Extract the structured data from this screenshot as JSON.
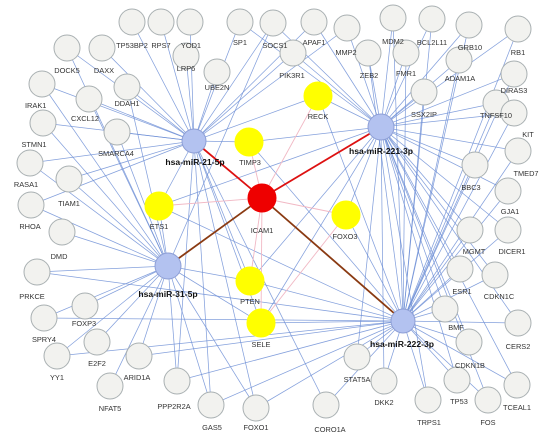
{
  "colors": {
    "target_fill": "#f2f2ef",
    "target_stroke": "#a9b0b2",
    "mirna_fill": "#b3c2f0",
    "mirna_stroke": "#8e9fd6",
    "highlight_fill": "#ffff00",
    "central_fill": "#ee0000",
    "edge_blue": "#6f8fd6",
    "edge_red": "#dd1111",
    "edge_brown": "#8a3a12",
    "edge_pink": "#f1b8c4"
  },
  "mirnas": [
    {
      "id": "m21",
      "label": "hsa-miR-21-5p"
    },
    {
      "id": "m221",
      "label": "hsa-miR-221-3p"
    },
    {
      "id": "m31",
      "label": "hsa-miR-31-5p"
    },
    {
      "id": "m222",
      "label": "hsa-miR-222-3p"
    }
  ],
  "central": {
    "id": "icam1",
    "label": "ICAM1"
  },
  "highlighted": [
    {
      "id": "reck",
      "label": "RECK"
    },
    {
      "id": "timp3",
      "label": "TIMP3"
    },
    {
      "id": "ets1",
      "label": "ETS1"
    },
    {
      "id": "foxo3",
      "label": "FOXO3"
    },
    {
      "id": "pten",
      "label": "PTEN"
    },
    {
      "id": "sele",
      "label": "SELE"
    }
  ],
  "targets": [
    {
      "id": "tp53bp2",
      "label": "TP53BP2"
    },
    {
      "id": "rps7",
      "label": "RPS7"
    },
    {
      "id": "yod1",
      "label": "YOD1"
    },
    {
      "id": "sp1",
      "label": "SP1"
    },
    {
      "id": "socs1",
      "label": "SOCS1"
    },
    {
      "id": "apaf1",
      "label": "APAF1"
    },
    {
      "id": "mmp2",
      "label": "MMP2"
    },
    {
      "id": "mdm2",
      "label": "MDM2"
    },
    {
      "id": "bcl2l11",
      "label": "BCL2L11"
    },
    {
      "id": "grb10",
      "label": "GRB10"
    },
    {
      "id": "rb1",
      "label": "RB1"
    },
    {
      "id": "dock5",
      "label": "DOCK5"
    },
    {
      "id": "daxx",
      "label": "DAXX"
    },
    {
      "id": "lrp6",
      "label": "LRP6"
    },
    {
      "id": "pik3r1",
      "label": "PIK3R1"
    },
    {
      "id": "zeb2",
      "label": "ZEB2"
    },
    {
      "id": "fmr1",
      "label": "FMR1"
    },
    {
      "id": "adam1a",
      "label": "ADAM1A"
    },
    {
      "id": "irak1",
      "label": "IRAK1"
    },
    {
      "id": "ube2n",
      "label": "UBE2N"
    },
    {
      "id": "diras3",
      "label": "DIRAS3"
    },
    {
      "id": "ddah1",
      "label": "DDAH1"
    },
    {
      "id": "ssx2ip",
      "label": "SSX2IP"
    },
    {
      "id": "cxcl12",
      "label": "CXCL12"
    },
    {
      "id": "tnfsf10",
      "label": "TNFSF10"
    },
    {
      "id": "stmn1",
      "label": "STMN1"
    },
    {
      "id": "kit",
      "label": "KIT"
    },
    {
      "id": "smarca4",
      "label": "SMARCA4"
    },
    {
      "id": "tmed7",
      "label": "TMED7"
    },
    {
      "id": "rasa1",
      "label": "RASA1"
    },
    {
      "id": "bbc3",
      "label": "BBC3"
    },
    {
      "id": "tiam1",
      "label": "TIAM1"
    },
    {
      "id": "gja1",
      "label": "GJA1"
    },
    {
      "id": "rhoa",
      "label": "RHOA"
    },
    {
      "id": "dmd",
      "label": "DMD"
    },
    {
      "id": "mgmt",
      "label": "MGMT"
    },
    {
      "id": "dicer1",
      "label": "DICER1"
    },
    {
      "id": "prkce",
      "label": "PRKCE"
    },
    {
      "id": "esr1",
      "label": "ESR1"
    },
    {
      "id": "cdkn1c",
      "label": "CDKN1C"
    },
    {
      "id": "foxp3",
      "label": "FOXP3"
    },
    {
      "id": "spry4",
      "label": "SPRY4"
    },
    {
      "id": "bmf",
      "label": "BMF"
    },
    {
      "id": "cers2",
      "label": "CERS2"
    },
    {
      "id": "cdkn1b",
      "label": "CDKN1B"
    },
    {
      "id": "yy1",
      "label": "YY1"
    },
    {
      "id": "e2f2",
      "label": "E2F2"
    },
    {
      "id": "arid1a",
      "label": "ARID1A"
    },
    {
      "id": "stat5a",
      "label": "STAT5A"
    },
    {
      "id": "tp53",
      "label": "TP53"
    },
    {
      "id": "tceal1",
      "label": "TCEAL1"
    },
    {
      "id": "nfat5",
      "label": "NFAT5"
    },
    {
      "id": "ppp2r2a",
      "label": "PPP2R2A"
    },
    {
      "id": "dkk2",
      "label": "DKK2"
    },
    {
      "id": "gas5",
      "label": "GAS5"
    },
    {
      "id": "foxo1",
      "label": "FOXO1"
    },
    {
      "id": "coro1a",
      "label": "CORO1A"
    },
    {
      "id": "trps1",
      "label": "TRPS1"
    },
    {
      "id": "fos",
      "label": "FOS"
    }
  ],
  "edges": [
    {
      "from": "m21",
      "to": "icam1",
      "type": "red"
    },
    {
      "from": "m221",
      "to": "icam1",
      "type": "red"
    },
    {
      "from": "m31",
      "to": "icam1",
      "type": "brown"
    },
    {
      "from": "m222",
      "to": "icam1",
      "type": "brown"
    },
    {
      "from": "icam1",
      "to": "reck",
      "type": "pink"
    },
    {
      "from": "icam1",
      "to": "timp3",
      "type": "pink"
    },
    {
      "from": "icam1",
      "to": "ets1",
      "type": "pink"
    },
    {
      "from": "icam1",
      "to": "foxo3",
      "type": "pink"
    },
    {
      "from": "icam1",
      "to": "pten",
      "type": "pink"
    },
    {
      "from": "icam1",
      "to": "sele",
      "type": "pink"
    },
    {
      "from": "foxo3",
      "to": "sele",
      "type": "pink"
    },
    {
      "from": "m21",
      "to": "tp53bp2"
    },
    {
      "from": "m21",
      "to": "rps7"
    },
    {
      "from": "m21",
      "to": "yod1"
    },
    {
      "from": "m21",
      "to": "sp1"
    },
    {
      "from": "m21",
      "to": "socs1"
    },
    {
      "from": "m21",
      "to": "dock5"
    },
    {
      "from": "m21",
      "to": "daxx"
    },
    {
      "from": "m21",
      "to": "lrp6"
    },
    {
      "from": "m21",
      "to": "irak1"
    },
    {
      "from": "m21",
      "to": "ube2n"
    },
    {
      "from": "m21",
      "to": "ddah1"
    },
    {
      "from": "m21",
      "to": "cxcl12"
    },
    {
      "from": "m21",
      "to": "stmn1"
    },
    {
      "from": "m21",
      "to": "smarca4"
    },
    {
      "from": "m21",
      "to": "rasa1"
    },
    {
      "from": "m21",
      "to": "tiam1"
    },
    {
      "from": "m21",
      "to": "rhoa"
    },
    {
      "from": "m21",
      "to": "timp3"
    },
    {
      "from": "m21",
      "to": "reck"
    },
    {
      "from": "m21",
      "to": "pik3r1"
    },
    {
      "from": "m21",
      "to": "ets1"
    },
    {
      "from": "m21",
      "to": "pten"
    },
    {
      "from": "m21",
      "to": "sele"
    },
    {
      "from": "m21",
      "to": "foxo1"
    },
    {
      "from": "m21",
      "to": "gas5"
    },
    {
      "from": "m21",
      "to": "ppp2r2a"
    },
    {
      "from": "m21",
      "to": "apaf1"
    },
    {
      "from": "m21",
      "to": "coro1a"
    },
    {
      "from": "m21",
      "to": "mmp2"
    },
    {
      "from": "m221",
      "to": "apaf1"
    },
    {
      "from": "m221",
      "to": "mmp2"
    },
    {
      "from": "m221",
      "to": "mdm2"
    },
    {
      "from": "m221",
      "to": "bcl2l11"
    },
    {
      "from": "m221",
      "to": "grb10"
    },
    {
      "from": "m221",
      "to": "rb1"
    },
    {
      "from": "m221",
      "to": "zeb2"
    },
    {
      "from": "m221",
      "to": "fmr1"
    },
    {
      "from": "m221",
      "to": "adam1a"
    },
    {
      "from": "m221",
      "to": "diras3"
    },
    {
      "from": "m221",
      "to": "ssx2ip"
    },
    {
      "from": "m221",
      "to": "tnfsf10"
    },
    {
      "from": "m221",
      "to": "kit"
    },
    {
      "from": "m221",
      "to": "tmed7"
    },
    {
      "from": "m221",
      "to": "bbc3"
    },
    {
      "from": "m221",
      "to": "gja1"
    },
    {
      "from": "m221",
      "to": "reck"
    },
    {
      "from": "m221",
      "to": "pik3r1"
    },
    {
      "from": "m221",
      "to": "socs1"
    },
    {
      "from": "m221",
      "to": "sp1"
    },
    {
      "from": "m221",
      "to": "mgmt"
    },
    {
      "from": "m221",
      "to": "dicer1"
    },
    {
      "from": "m221",
      "to": "esr1"
    },
    {
      "from": "m221",
      "to": "cdkn1c"
    },
    {
      "from": "m221",
      "to": "bmf"
    },
    {
      "from": "m221",
      "to": "cdkn1b"
    },
    {
      "from": "m221",
      "to": "foxo3"
    },
    {
      "from": "m221",
      "to": "timp3"
    },
    {
      "from": "m221",
      "to": "pten"
    },
    {
      "from": "m221",
      "to": "ets1"
    },
    {
      "from": "m221",
      "to": "sele"
    },
    {
      "from": "m221",
      "to": "tp53"
    },
    {
      "from": "m221",
      "to": "fos"
    },
    {
      "from": "m221",
      "to": "trps1"
    },
    {
      "from": "m221",
      "to": "stat5a"
    },
    {
      "from": "m221",
      "to": "dkk2"
    },
    {
      "from": "m221",
      "to": "cers2"
    },
    {
      "from": "m221",
      "to": "tceal1"
    },
    {
      "from": "m31",
      "to": "irak1"
    },
    {
      "from": "m31",
      "to": "cxcl12"
    },
    {
      "from": "m31",
      "to": "stmn1"
    },
    {
      "from": "m31",
      "to": "rasa1"
    },
    {
      "from": "m31",
      "to": "tiam1"
    },
    {
      "from": "m31",
      "to": "rhoa"
    },
    {
      "from": "m31",
      "to": "dmd"
    },
    {
      "from": "m31",
      "to": "prkce"
    },
    {
      "from": "m31",
      "to": "foxp3"
    },
    {
      "from": "m31",
      "to": "spry4"
    },
    {
      "from": "m31",
      "to": "yy1"
    },
    {
      "from": "m31",
      "to": "e2f2"
    },
    {
      "from": "m31",
      "to": "nfat5"
    },
    {
      "from": "m31",
      "to": "arid1a"
    },
    {
      "from": "m31",
      "to": "ppp2r2a"
    },
    {
      "from": "m31",
      "to": "gas5"
    },
    {
      "from": "m31",
      "to": "ets1"
    },
    {
      "from": "m31",
      "to": "pten"
    },
    {
      "from": "m31",
      "to": "sele"
    },
    {
      "from": "m31",
      "to": "smarca4"
    },
    {
      "from": "m31",
      "to": "ddah1"
    },
    {
      "from": "m31",
      "to": "foxo1"
    },
    {
      "from": "m31",
      "to": "dock5"
    },
    {
      "from": "m31",
      "to": "socs1"
    },
    {
      "from": "m222",
      "to": "sele"
    },
    {
      "from": "m222",
      "to": "pten"
    },
    {
      "from": "m222",
      "to": "foxo3"
    },
    {
      "from": "m222",
      "to": "ets1"
    },
    {
      "from": "m222",
      "to": "timp3"
    },
    {
      "from": "m222",
      "to": "reck"
    },
    {
      "from": "m222",
      "to": "esr1"
    },
    {
      "from": "m222",
      "to": "cdkn1c"
    },
    {
      "from": "m222",
      "to": "bmf"
    },
    {
      "from": "m222",
      "to": "cers2"
    },
    {
      "from": "m222",
      "to": "cdkn1b"
    },
    {
      "from": "m222",
      "to": "tceal1"
    },
    {
      "from": "m222",
      "to": "tp53"
    },
    {
      "from": "m222",
      "to": "fos"
    },
    {
      "from": "m222",
      "to": "trps1"
    },
    {
      "from": "m222",
      "to": "dkk2"
    },
    {
      "from": "m222",
      "to": "stat5a"
    },
    {
      "from": "m222",
      "to": "coro1a"
    },
    {
      "from": "m222",
      "to": "foxo1"
    },
    {
      "from": "m222",
      "to": "gas5"
    },
    {
      "from": "m222",
      "to": "ppp2r2a"
    },
    {
      "from": "m222",
      "to": "arid1a"
    },
    {
      "from": "m222",
      "to": "mgmt"
    },
    {
      "from": "m222",
      "to": "dicer1"
    },
    {
      "from": "m222",
      "to": "gja1"
    },
    {
      "from": "m222",
      "to": "bbc3"
    },
    {
      "from": "m222",
      "to": "tmed7"
    },
    {
      "from": "m222",
      "to": "kit"
    },
    {
      "from": "m222",
      "to": "tnfsf10"
    },
    {
      "from": "m222",
      "to": "diras3"
    },
    {
      "from": "m222",
      "to": "ssx2ip"
    },
    {
      "from": "m222",
      "to": "adam1a"
    },
    {
      "from": "m222",
      "to": "rb1"
    },
    {
      "from": "m222",
      "to": "grb10"
    },
    {
      "from": "m222",
      "to": "bcl2l11"
    },
    {
      "from": "m222",
      "to": "fmr1"
    },
    {
      "from": "m222",
      "to": "zeb2"
    },
    {
      "from": "m222",
      "to": "mdm2"
    },
    {
      "from": "m222",
      "to": "spry4"
    },
    {
      "from": "m222",
      "to": "yy1"
    },
    {
      "from": "m222",
      "to": "prkce"
    }
  ]
}
